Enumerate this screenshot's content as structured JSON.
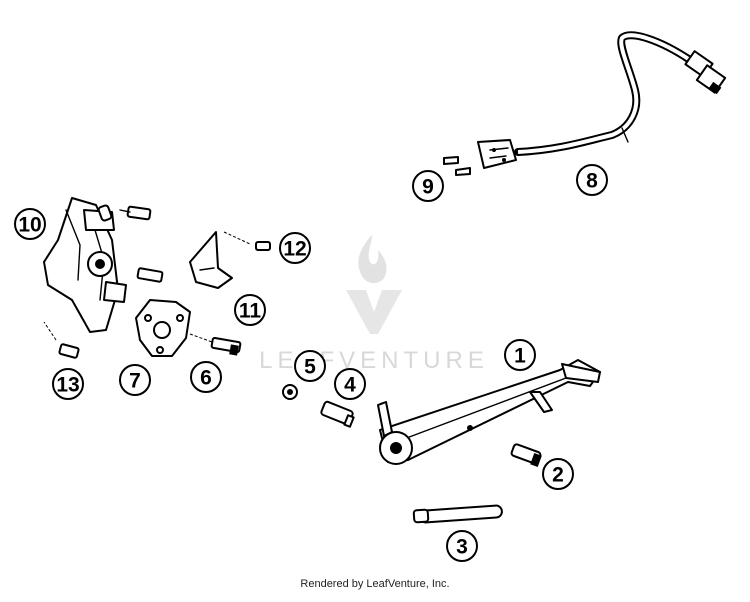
{
  "diagram": {
    "callouts": [
      {
        "id": "1",
        "label": "1"
      },
      {
        "id": "2",
        "label": "2"
      },
      {
        "id": "3",
        "label": "3"
      },
      {
        "id": "4",
        "label": "4"
      },
      {
        "id": "5",
        "label": "5"
      },
      {
        "id": "6",
        "label": "6"
      },
      {
        "id": "7",
        "label": "7"
      },
      {
        "id": "8",
        "label": "8"
      },
      {
        "id": "9",
        "label": "9"
      },
      {
        "id": "10",
        "label": "10"
      },
      {
        "id": "11",
        "label": "11"
      },
      {
        "id": "12",
        "label": "12"
      },
      {
        "id": "13",
        "label": "13"
      }
    ]
  },
  "watermark": {
    "text": "LEAFVENTURE"
  },
  "footer": {
    "text": "Rendered by LeafVenture, Inc."
  }
}
